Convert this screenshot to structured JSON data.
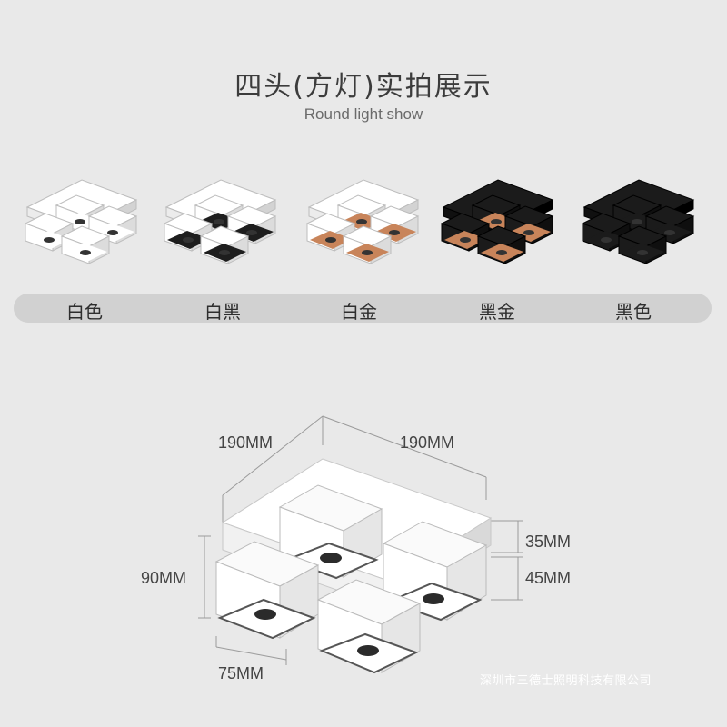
{
  "header": {
    "title": "四头(方灯)实拍展示",
    "subtitle": "Round light show"
  },
  "variants": [
    {
      "label": "白色",
      "body_color": "#ffffff",
      "lamp_color": "#ffffff",
      "trim": "white"
    },
    {
      "label": "白黑",
      "body_color": "#ffffff",
      "lamp_color": "#1e1e1e",
      "trim": "black"
    },
    {
      "label": "白金",
      "body_color": "#ffffff",
      "lamp_color": "#c8845a",
      "trim": "gold"
    },
    {
      "label": "黑金",
      "body_color": "#1b1b1b",
      "lamp_color": "#c8845a",
      "trim": "gold"
    },
    {
      "label": "黑色",
      "body_color": "#1b1b1b",
      "lamp_color": "#1b1b1b",
      "trim": "black"
    }
  ],
  "dimensions": {
    "width_left": "190MM",
    "width_right": "190MM",
    "height_total": "90MM",
    "base_height": "35MM",
    "head_height": "45MM",
    "head_width": "75MM"
  },
  "footer": {
    "company": "深圳市三德士照明科技有限公司"
  }
}
